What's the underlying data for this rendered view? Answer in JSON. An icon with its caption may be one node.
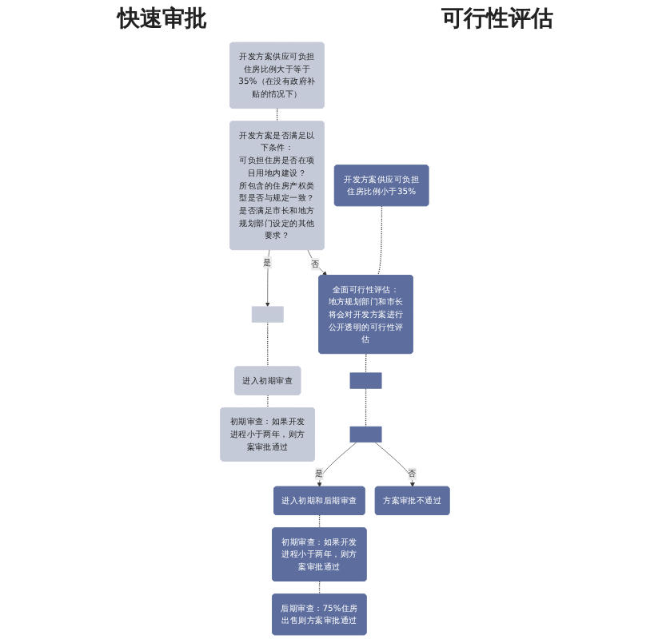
{
  "diagram": {
    "nodes": [
      {
        "text": [
          "开发方案供应可负担住房比例大于等于35%（在没有政府补贴的情况下）"
        ]
      },
      {
        "text": [
          "开发方案供应可负担住房比例小于35%"
        ]
      },
      {
        "text": [
          "开发方案是否满足以下条件：",
          "可负担住房是否在项目用地内建设？",
          "所包含的住房产权类型是否与规定一致？",
          "是否满足市长和地方规划部门设定的其他要求？"
        ]
      },
      {
        "text": [
          "全面可行性评估：",
          "地方规划部门和市长将会对开发方案进行公开透明的可行性评估"
        ]
      },
      {
        "text": [],
        "shape": "box"
      },
      {
        "text": [],
        "shape": "box"
      },
      {
        "text": [],
        "shape": "box"
      },
      {
        "text": [
          "进入初期审查"
        ]
      },
      {
        "text": [
          "初期审查：如果开发进程小于两年，则方案审批通过"
        ]
      },
      {
        "text": [
          "进入初期和后期审查"
        ]
      },
      {
        "text": [
          "方案审批不通过"
        ]
      },
      {
        "text": [
          "初期审查：如果开发进程小于两年，则方案审批通过"
        ]
      },
      {
        "text": [
          "后期审查：75%住房出售则方案审批通过"
        ]
      }
    ],
    "edges": [
      {
        "from": 0,
        "to": 2,
        "arrow": "none",
        "style": "dashed"
      },
      {
        "from": 1,
        "to": 3,
        "arrow": "none",
        "style": "dashed"
      },
      {
        "from": 2,
        "to": 3,
        "arrow": "to",
        "label": "否"
      },
      {
        "from": 2,
        "to": 4,
        "arrow": "to",
        "label": "是"
      },
      {
        "from": 4,
        "to": 7,
        "arrow": "none",
        "style": "dashed"
      },
      {
        "from": 7,
        "to": 8,
        "arrow": "none",
        "style": "dashed"
      },
      {
        "from": 3,
        "to": 5,
        "arrow": "none",
        "style": "dashed"
      },
      {
        "from": 5,
        "to": 6,
        "arrow": "none",
        "style": "dashed"
      },
      {
        "from": 6,
        "to": 9,
        "arrow": "to",
        "label": "是"
      },
      {
        "from": 6,
        "to": 10,
        "arrow": "to",
        "label": "否"
      },
      {
        "from": 9,
        "to": 11,
        "arrow": "none",
        "style": "dashed"
      },
      {
        "from": 11,
        "to": 12,
        "arrow": "none",
        "style": "dashed"
      }
    ],
    "labels": [
      "快速审批",
      "可行性评估"
    ]
  }
}
